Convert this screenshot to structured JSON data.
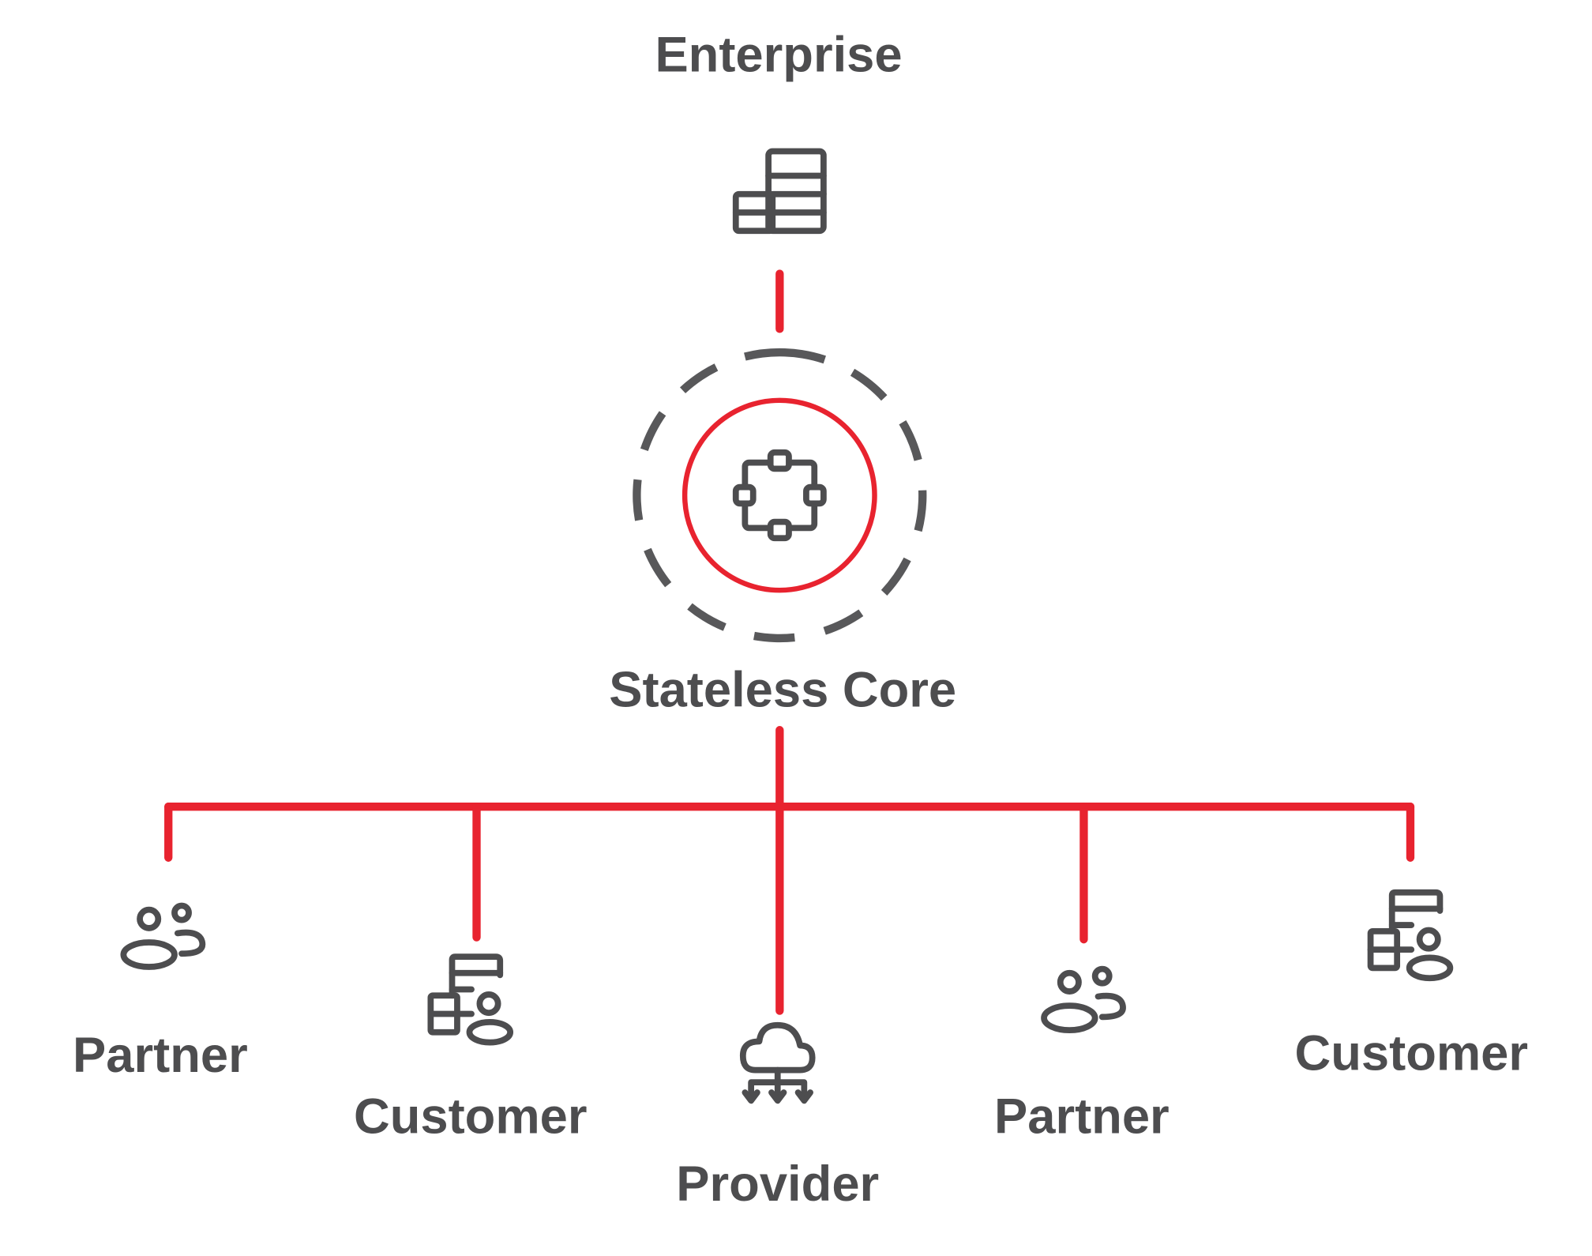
{
  "diagram": {
    "top": {
      "label": "Enterprise",
      "icon": "building-icon"
    },
    "core": {
      "label": "Stateless Core",
      "icon": "network-nodes-icon"
    },
    "children": [
      {
        "label": "Partner",
        "icon": "users-icon"
      },
      {
        "label": "Customer",
        "icon": "building-user-icon"
      },
      {
        "label": "Provider",
        "icon": "cloud-distribution-icon"
      },
      {
        "label": "Partner",
        "icon": "users-icon"
      },
      {
        "label": "Customer",
        "icon": "building-user-icon"
      }
    ]
  },
  "colors": {
    "accent": "#e8232f",
    "text": "#4d4d4f",
    "dash": "#58585a"
  }
}
